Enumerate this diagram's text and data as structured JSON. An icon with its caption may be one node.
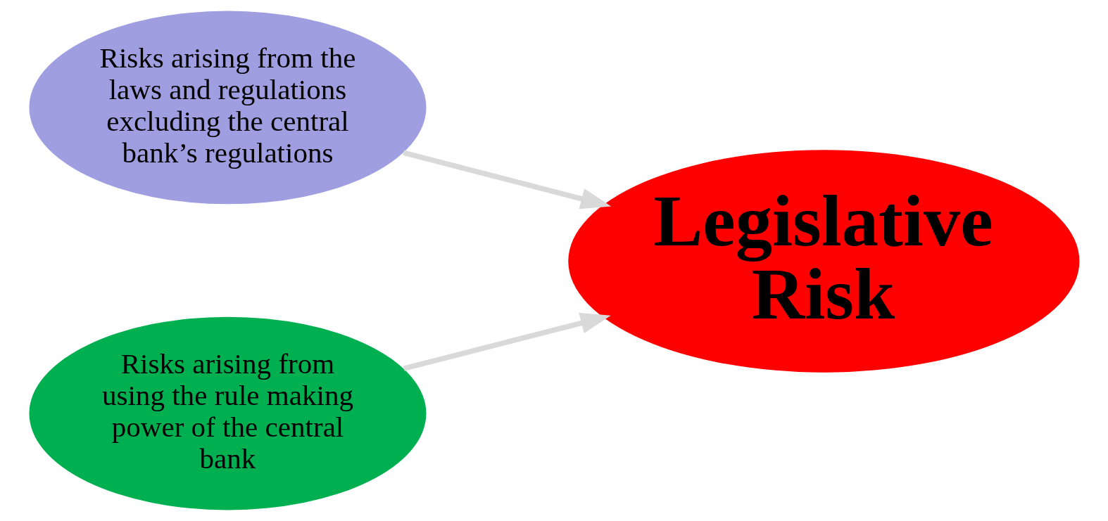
{
  "diagram": {
    "nodes": [
      {
        "text": [
          "Risks arising from the laws and regulations excluding the central bank’s regulations"
        ]
      },
      {
        "text": [
          "Risks arising from using the rule making power of the central bank"
        ]
      },
      {
        "text": [
          "Legislative Risk"
        ]
      }
    ],
    "edges": [
      {
        "from": 0,
        "to": 2,
        "arrow": "to",
        "color": "#d9d9d9"
      },
      {
        "from": 1,
        "to": 2,
        "arrow": "to",
        "color": "#d9d9d9"
      }
    ]
  }
}
